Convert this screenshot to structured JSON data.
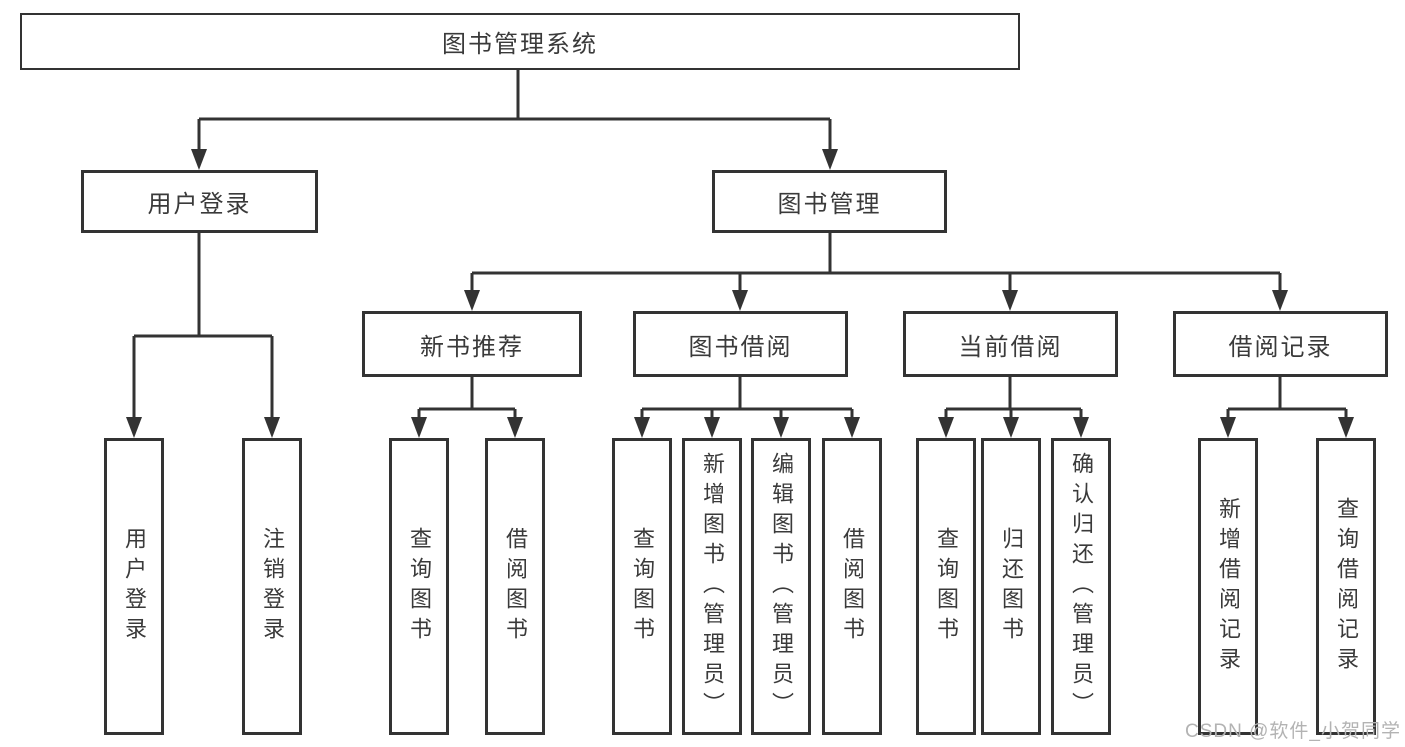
{
  "diagram": {
    "root": {
      "label": "图书管理系统"
    },
    "level2": [
      {
        "label": "用户登录"
      },
      {
        "label": "图书管理"
      }
    ],
    "level3": [
      {
        "label": "新书推荐",
        "parent": "图书管理"
      },
      {
        "label": "图书借阅",
        "parent": "图书管理"
      },
      {
        "label": "当前借阅",
        "parent": "图书管理"
      },
      {
        "label": "借阅记录",
        "parent": "图书管理"
      }
    ],
    "leaves": [
      {
        "label": "用户登录",
        "parent": "用户登录"
      },
      {
        "label": "注销登录",
        "parent": "用户登录"
      },
      {
        "label": "查询图书",
        "parent": "新书推荐"
      },
      {
        "label": "借阅图书",
        "parent": "新书推荐"
      },
      {
        "label": "查询图书",
        "parent": "图书借阅"
      },
      {
        "label": "新增图书（管理员）",
        "parent": "图书借阅"
      },
      {
        "label": "编辑图书（管理员）",
        "parent": "图书借阅"
      },
      {
        "label": "借阅图书",
        "parent": "图书借阅"
      },
      {
        "label": "查询图书",
        "parent": "当前借阅"
      },
      {
        "label": "归还图书",
        "parent": "当前借阅"
      },
      {
        "label": "确认归还（管理员）",
        "parent": "当前借阅"
      },
      {
        "label": "新增借阅记录",
        "parent": "借阅记录"
      },
      {
        "label": "查询借阅记录",
        "parent": "借阅记录"
      }
    ],
    "colors": {
      "line": "#333333",
      "text": "#3a3a3a",
      "background": "#ffffff",
      "watermark": "#b3b3b3"
    }
  },
  "watermark": {
    "text": "CSDN @软件_小贺同学"
  }
}
